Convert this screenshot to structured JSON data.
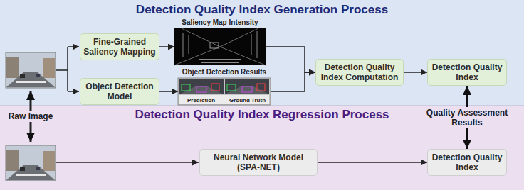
{
  "diagram": {
    "nodes": [
      {
        "text": [
          "Detection Quality Index Generation Process"
        ]
      },
      {
        "text": [
          "Fine-Grained Saliency Mapping"
        ],
        "in": 0
      },
      {
        "text": [
          "Saliency Map Intensity"
        ],
        "in": 0
      },
      {
        "text": [
          "Object Detection Model"
        ],
        "in": 0
      },
      {
        "text": [
          "Object Detection Results",
          "Prediction",
          "Ground Truth"
        ],
        "in": 0
      },
      {
        "text": [
          "Detection Quality Index Computation"
        ],
        "in": 0
      },
      {
        "text": [
          "Detection Quality Index"
        ],
        "in": 0
      },
      {
        "text": [
          "Detection Quality Index Regression Process"
        ]
      },
      {
        "text": [
          "Neural Network Model (SPA-NET)"
        ],
        "in": 7
      },
      {
        "text": [
          "Detection Quality Index"
        ],
        "in": 7
      }
    ],
    "edges": [
      {
        "from": 1,
        "to": 2,
        "arrow": "to"
      },
      {
        "from": 2,
        "to": 5,
        "arrow": "to"
      },
      {
        "from": 3,
        "to": 4,
        "arrow": "to"
      },
      {
        "from": 4,
        "to": 5,
        "arrow": "to"
      },
      {
        "from": 5,
        "to": 6,
        "arrow": "to"
      },
      {
        "from": 6,
        "to": 9,
        "arrow": "both",
        "label": "Quality Assessment Results"
      },
      {
        "from": 8,
        "to": 9,
        "arrow": "to"
      }
    ],
    "labels": [
      "Raw Image"
    ]
  }
}
